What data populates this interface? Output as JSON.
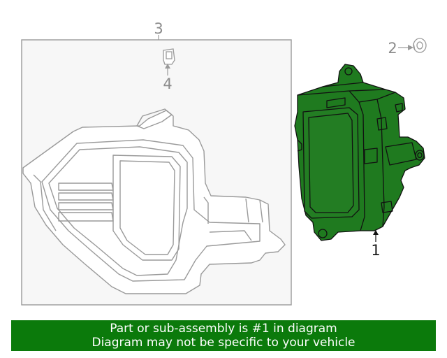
{
  "callouts": {
    "part1": "1",
    "part2": "2",
    "part3": "3",
    "part4": "4"
  },
  "banner": {
    "line1": "Part or sub-assembly is #1 in diagram",
    "line2": "Diagram may not be specific to your vehicle"
  },
  "colors": {
    "highlight": "#1a7a1a",
    "banner": "#0b7a0b",
    "line_grey": "#9a9a9a",
    "panel_bg": "#f7f7f7"
  },
  "icons": [
    "bolt-icon",
    "clip-icon"
  ]
}
